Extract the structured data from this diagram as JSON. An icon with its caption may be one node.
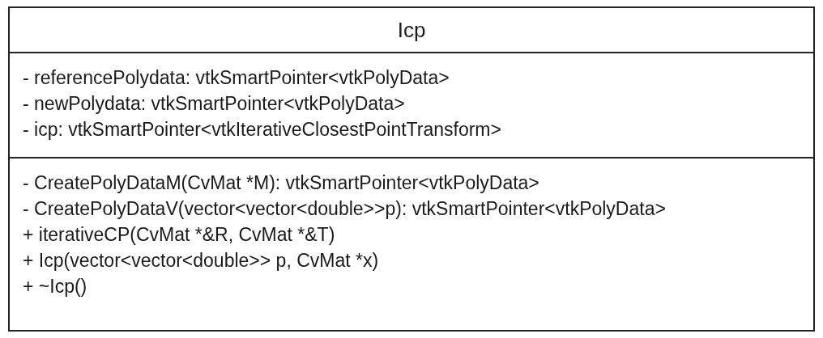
{
  "diagram": {
    "nodes": [
      {
        "text": [
          "Icp"
        ]
      },
      {
        "text": [
          "- referencePolydata: vtkSmartPointer<vtkPolyData>",
          "- newPolydata: vtkSmartPointer<vtkPolyData>",
          "- icp: vtkSmartPointer<vtkIterativeClosestPointTransform>"
        ],
        "in": 0
      },
      {
        "text": [
          "- CreatePolyDataM(CvMat *M): vtkSmartPointer<vtkPolyData>",
          "- CreatePolyDataV(vector<vector<double>>p): vtkSmartPointer<vtkPolyData>",
          "+ iterativeCP(CvMat *&R, CvMat *&T)",
          "+ Icp(vector<vector<double>> p, CvMat *x)",
          "+ ~Icp()"
        ],
        "in": 0
      }
    ]
  }
}
